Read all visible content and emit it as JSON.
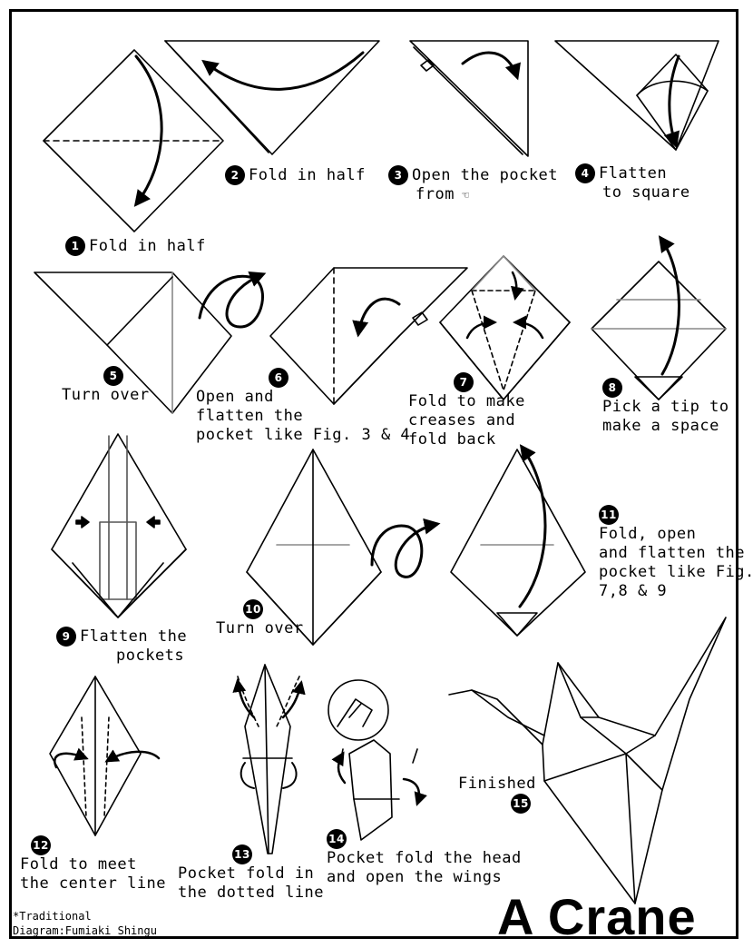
{
  "title": "A Crane",
  "credit": {
    "line1": "*Traditional",
    "line2": "Diagram:Fumiaki Shingu"
  },
  "steps": [
    {
      "num": "1",
      "text": "Fold in half"
    },
    {
      "num": "2",
      "text": "Fold in half"
    },
    {
      "num": "3",
      "line1": "Open the pocket",
      "line2": "from"
    },
    {
      "num": "4",
      "line1": "Flatten",
      "line2": "to square"
    },
    {
      "num": "5",
      "text": "Turn over"
    },
    {
      "num": "6",
      "line1": "Open and",
      "line2": "flatten the",
      "line3": "pocket like Fig. 3 & 4"
    },
    {
      "num": "7",
      "line1": "Fold to make",
      "line2": "creases and",
      "line3": "fold back"
    },
    {
      "num": "8",
      "line1": "Pick a tip to",
      "line2": "make a space"
    },
    {
      "num": "9",
      "line1": "Flatten the",
      "line2": "pockets"
    },
    {
      "num": "10",
      "text": "Turn over"
    },
    {
      "num": "11",
      "line1": "Fold, open",
      "line2": "and flatten the",
      "line3": "pocket like Fig.",
      "line4": "7,8 & 9"
    },
    {
      "num": "12",
      "line1": "Fold to meet",
      "line2": "the center line"
    },
    {
      "num": "13",
      "line1": "Pocket fold in",
      "line2": "the dotted line"
    },
    {
      "num": "14",
      "line1": "Pocket fold the head",
      "line2": "and open the wings"
    },
    {
      "num": "15",
      "text": "Finished"
    }
  ]
}
